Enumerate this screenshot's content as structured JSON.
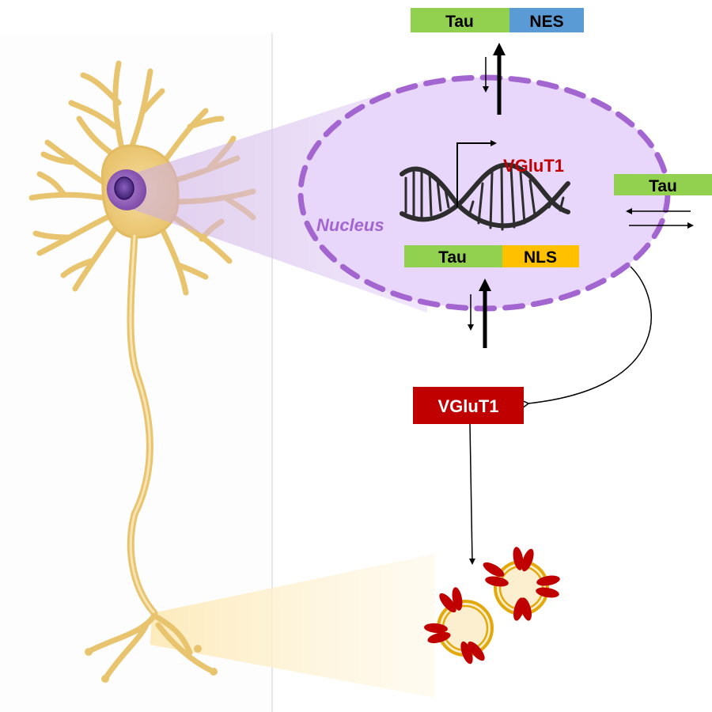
{
  "figure": {
    "description": "Neuron with zoom-in to nucleus showing Tau nuclear import/export and regulation of VGluT1 expression, which localizes to synaptic vesicles at axon terminals"
  },
  "colors": {
    "tau_green": "#92d050",
    "nes_blue": "#5b9bd5",
    "nls_orange": "#ffc000",
    "vglut1_red": "#c00000",
    "nucleus_fill": "#e8d6fb",
    "nucleus_border": "#a366d1",
    "neuron_yellow": "#edc975",
    "vesicle_gold": "#e3a90b",
    "vesicle_fill": "#fcefd0",
    "divider": "#d8d8d8"
  },
  "labels": {
    "tau_nes": {
      "tau": "Tau",
      "signal": "NES"
    },
    "tau_nls": {
      "tau": "Tau",
      "signal": "NLS"
    },
    "tau_free": "Tau",
    "nucleus": "Nucleus",
    "gene": "VGluT1",
    "protein": "VGluT1"
  },
  "icons": {
    "neuron": "neuron-illustration",
    "dna": "dna-double-helix-icon",
    "promoter": "transcription-start-arrow-icon",
    "vesicles": "synaptic-vesicle-icon"
  }
}
